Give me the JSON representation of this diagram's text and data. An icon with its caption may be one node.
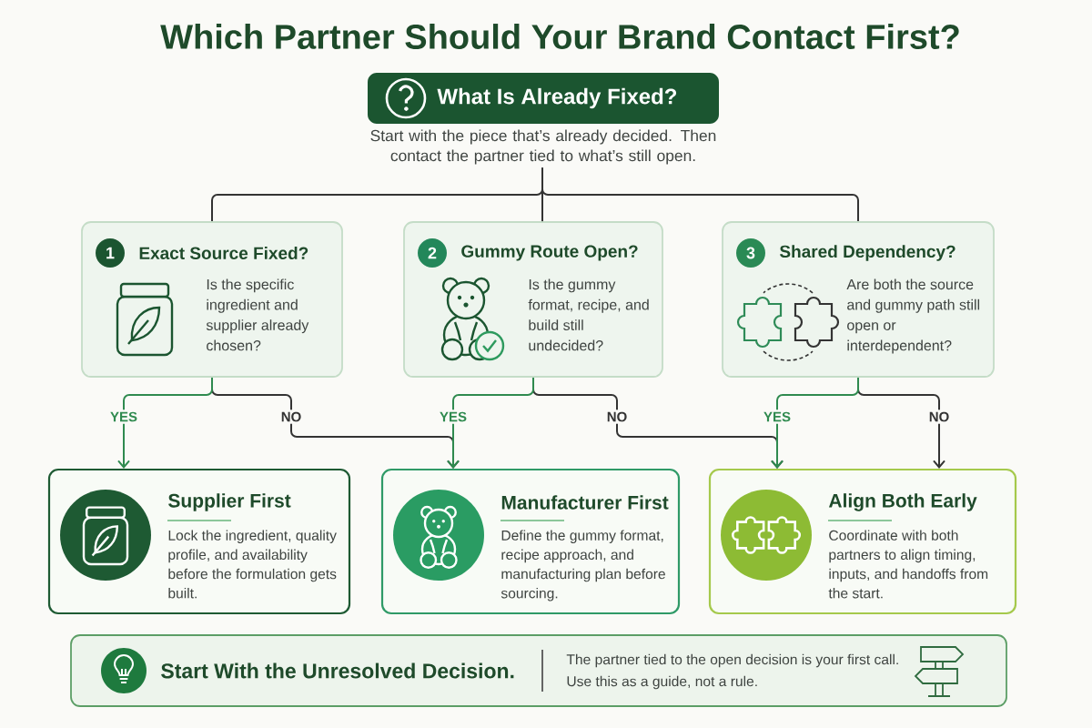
{
  "diagram": {
    "title": "Which Partner Should Your Brand Contact First?",
    "nodes": [
      {
        "text": [
          "What Is Already Fixed?"
        ],
        "beside": [
          "Start with the piece that’s already decided. Then contact the partner tied to what’s still open."
        ]
      },
      {
        "text": [
          "1",
          "Exact Source Fixed?",
          "Is the specific ingredient and supplier already chosen?"
        ]
      },
      {
        "text": [
          "2",
          "Gummy Route Open?",
          "Is the gummy format, recipe, and build still undecided?"
        ]
      },
      {
        "text": [
          "3",
          "Shared Dependency?",
          "Are both the source and gummy path still open or interdependent?"
        ]
      },
      {
        "text": [
          "Supplier First",
          "Lock the ingredient, quality profile, and availability before the formulation gets built."
        ]
      },
      {
        "text": [
          "Manufacturer First",
          "Define the gummy format, recipe approach, and manufacturing plan before sourcing."
        ]
      },
      {
        "text": [
          "Align Both Early",
          "Coordinate with both partners to align timing, inputs, and handoffs from the start."
        ]
      },
      {
        "text": [
          "Start With the Unresolved Decision.",
          "The partner tied to the open decision is your first call. Use this as a guide, not a rule."
        ]
      }
    ],
    "edges": [
      {
        "from": 0,
        "to": 1,
        "arrow": "none"
      },
      {
        "from": 0,
        "to": 2,
        "arrow": "none"
      },
      {
        "from": 0,
        "to": 3,
        "arrow": "none"
      },
      {
        "from": 1,
        "to": 4,
        "arrow": "to",
        "label": "YES",
        "color": "#2f8a4f"
      },
      {
        "from": 1,
        "to": 5,
        "arrow": "to",
        "label": "NO"
      },
      {
        "from": 2,
        "to": 5,
        "arrow": "to",
        "label": "YES",
        "color": "#2f8a4f"
      },
      {
        "from": 2,
        "to": 6,
        "arrow": "to",
        "label": "NO"
      },
      {
        "from": 3,
        "to": 6,
        "arrow": "to",
        "label": "YES",
        "color": "#2f8a4f"
      },
      {
        "from": 3,
        "to": 6,
        "arrow": "to",
        "label": "NO"
      }
    ]
  }
}
